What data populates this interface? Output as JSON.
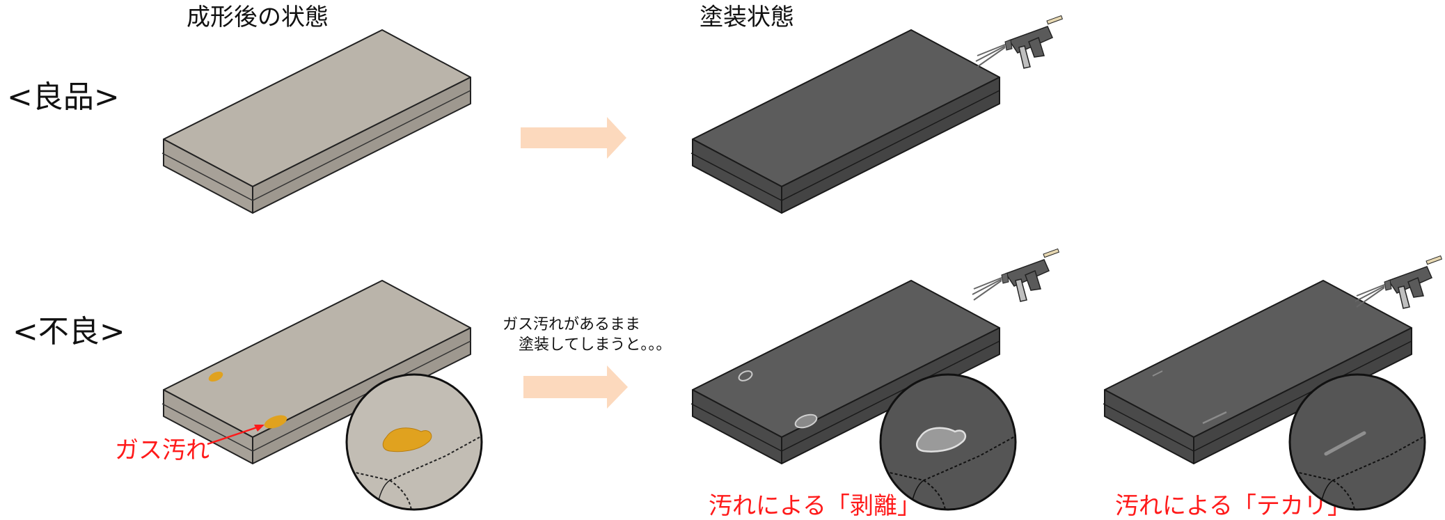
{
  "headers": {
    "after_molding": "成形後の状態",
    "painted": "塗装状態"
  },
  "rows": {
    "good": "<良品>",
    "defect": "<不良>"
  },
  "annotations": {
    "gas_stain": "ガス汚れ",
    "note_line1": "ガス汚れがあるまま",
    "note_line2": "塗装してしまうと。。。",
    "peeling": "汚れによる「剥離」",
    "shine": "汚れによる「テカリ」"
  },
  "colors": {
    "molded_part": "#b9b3a9",
    "painted_part": "#5b5b5b",
    "stain": "#e0a21f",
    "arrow": "#fcd9bd",
    "defect_text": "#ff1a1a"
  },
  "icons": [
    "spray-gun-icon",
    "arrow-right-icon",
    "magnifier-circle-icon"
  ]
}
